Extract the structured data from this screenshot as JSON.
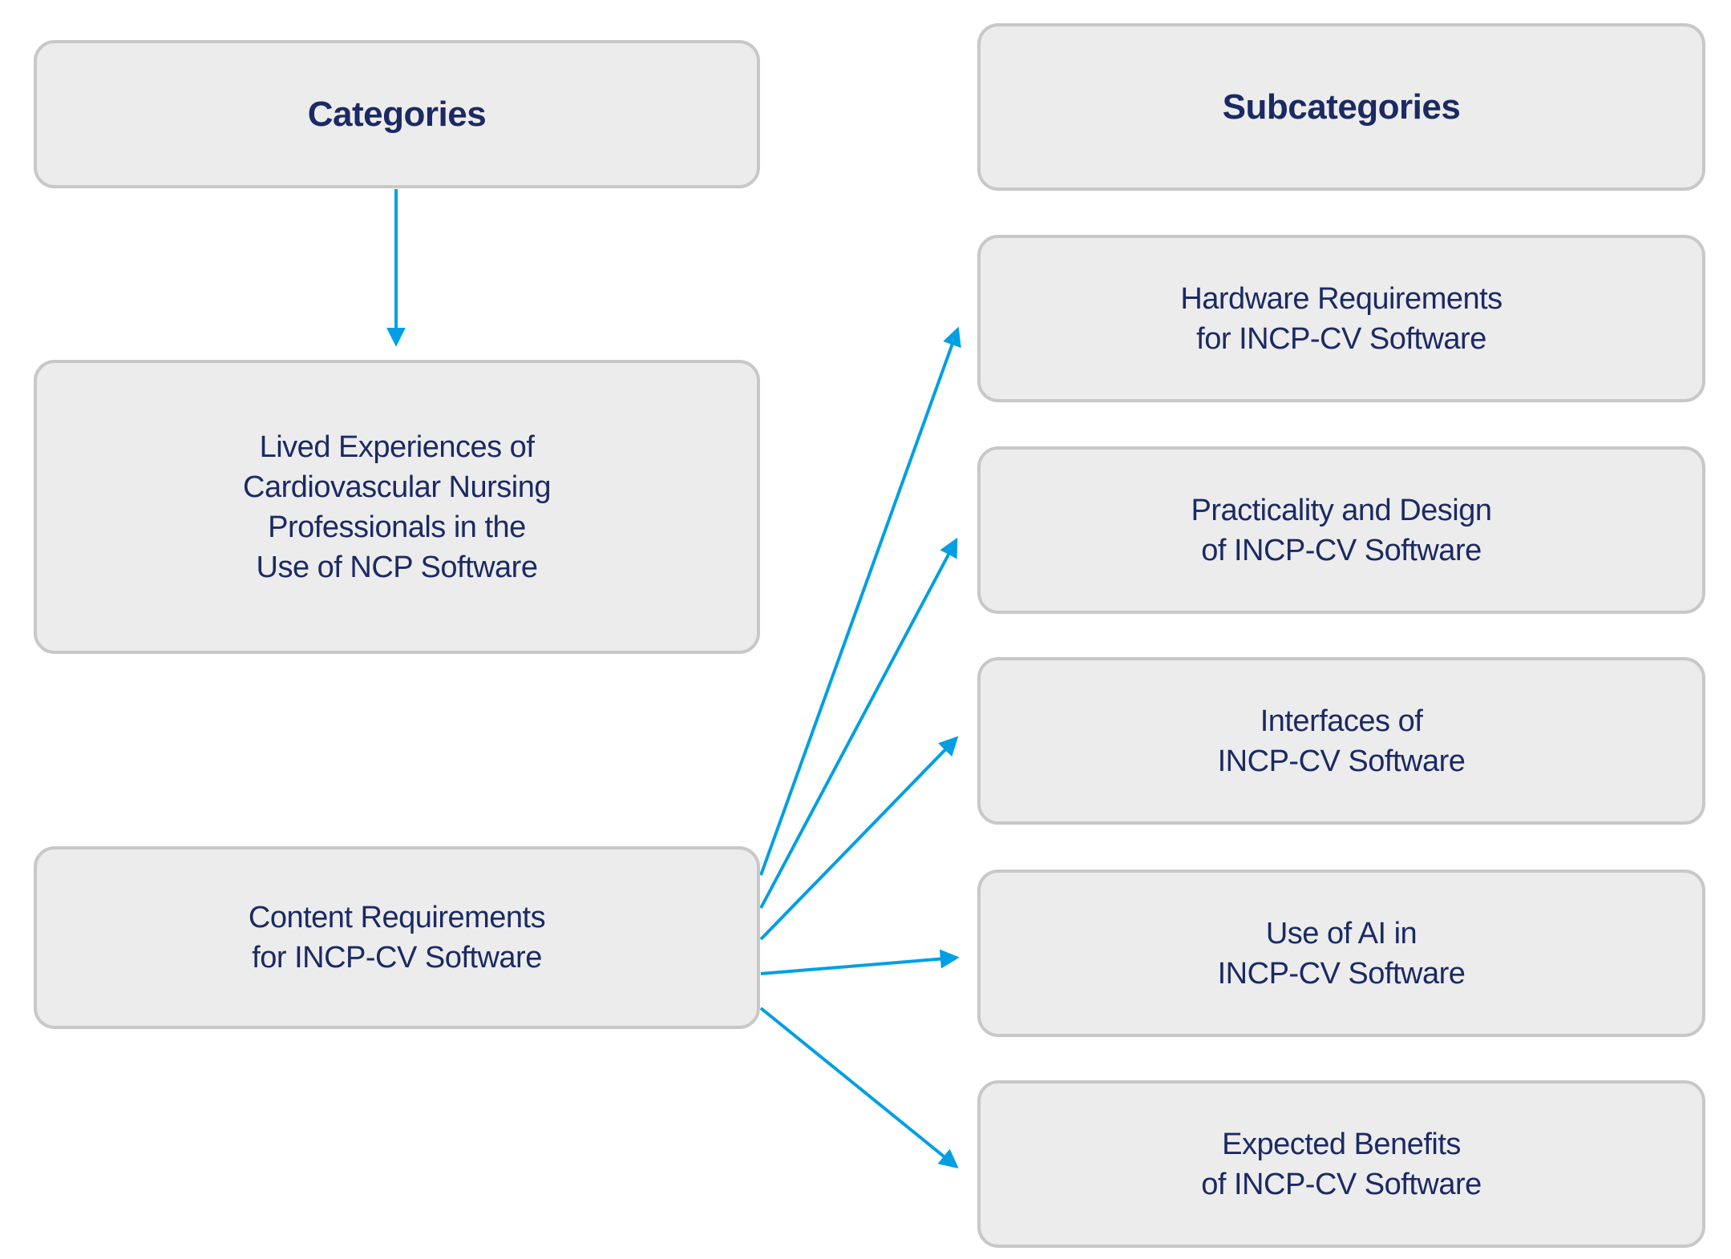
{
  "diagram": {
    "accent_color": "#009fe3",
    "text_color": "#1b2a63",
    "box_fill": "#ececec",
    "box_border": "#c8c8c8",
    "left_column": {
      "header": "Categories",
      "categories": [
        {
          "id": "lived",
          "label": "Lived Experiences of\nCardiovascular Nursing\nProfessionals in the\nUse of NCP Software"
        },
        {
          "id": "content",
          "label": "Content Requirements\nfor INCP-CV Software"
        }
      ]
    },
    "right_column": {
      "header": "Subcategories",
      "subcategories": [
        {
          "id": "hardware",
          "label": "Hardware Requirements\nfor INCP-CV Software"
        },
        {
          "id": "practicality",
          "label": "Practicality and Design\nof INCP-CV Software"
        },
        {
          "id": "interfaces",
          "label": "Interfaces of\nINCP-CV Software"
        },
        {
          "id": "ai",
          "label": "Use of AI in\nINCP-CV Software"
        },
        {
          "id": "benefits",
          "label": "Expected Benefits\nof INCP-CV Software"
        }
      ]
    },
    "edges": [
      {
        "from": "categories-header",
        "to": "lived"
      },
      {
        "from": "content",
        "to": "hardware"
      },
      {
        "from": "content",
        "to": "practicality"
      },
      {
        "from": "content",
        "to": "interfaces"
      },
      {
        "from": "content",
        "to": "ai"
      },
      {
        "from": "content",
        "to": "benefits"
      }
    ]
  }
}
